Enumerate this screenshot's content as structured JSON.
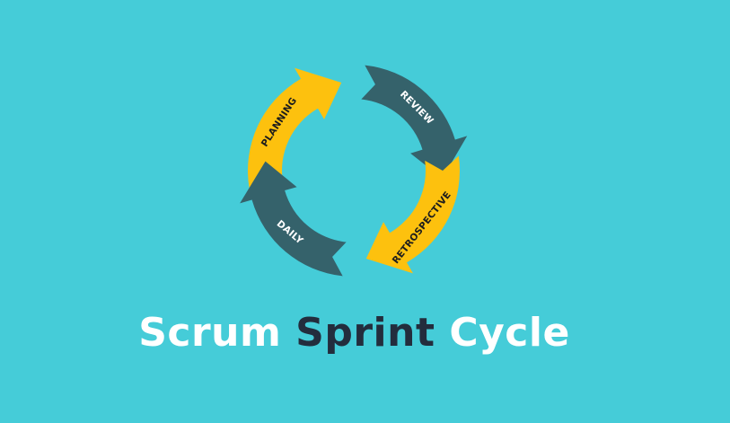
{
  "colors": {
    "background": "#45ccd8",
    "yellow": "#fdc10e",
    "slate": "#35626b",
    "dark_text": "#232d3d",
    "light_text": "#ffffff"
  },
  "diagram": {
    "type": "cycle",
    "center": "cycle",
    "steps": [
      {
        "label": "PLANNING",
        "color_key": "yellow",
        "text_color": "#1d1d1d"
      },
      {
        "label": "REVIEW",
        "color_key": "slate",
        "text_color": "#ffffff"
      },
      {
        "label": "RETROSPECTIVE",
        "color_key": "yellow",
        "text_color": "#1d1d1d"
      },
      {
        "label": "DAILY",
        "color_key": "slate",
        "text_color": "#ffffff"
      }
    ]
  },
  "title": {
    "part1": "Scrum",
    "part2": "Sprint",
    "part3": "Cycle"
  }
}
